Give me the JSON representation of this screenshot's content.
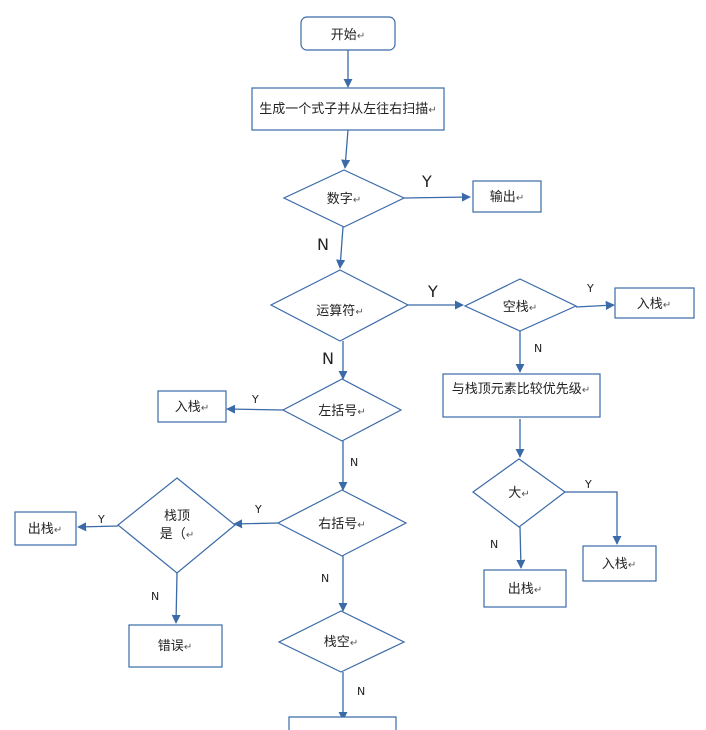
{
  "return_mark": "↵",
  "nodes": {
    "start": "开始",
    "generate": "生成一个式子并从左往右扫描",
    "is_digit": "数字",
    "output": "输出",
    "is_operator": "运算符",
    "stack_empty": "空栈",
    "push_1": "入栈",
    "compare_top": "与栈顶元素比较优先级",
    "greater": "大",
    "push_2": "入栈",
    "pop_1": "出栈",
    "left_paren": "左括号",
    "push_3": "入栈",
    "right_paren": "右括号",
    "top_is_paren_line1": "栈顶",
    "top_is_paren_line2": "是（",
    "pop_2": "出栈",
    "error": "错误",
    "stack_empty_2": "栈空"
  },
  "edge_labels": {
    "digit_y": "Y",
    "digit_n": "N",
    "operator_y": "Y",
    "operator_n": "N",
    "empty_y": "Y",
    "empty_n": "N",
    "greater_y": "Y",
    "greater_n": "N",
    "left_y": "Y",
    "left_n": "N",
    "right_y": "Y",
    "right_n": "N",
    "top_y": "Y",
    "top_n": "N",
    "empty2_n": "N"
  }
}
